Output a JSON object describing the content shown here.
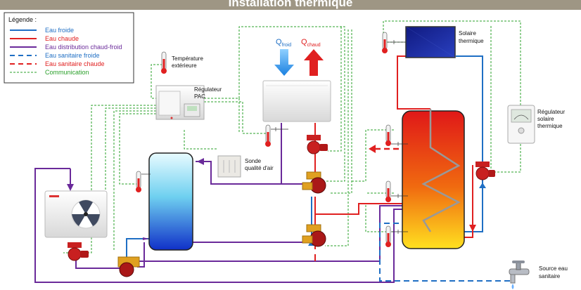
{
  "title": "Installation thermique",
  "legend": {
    "heading": "Légende :",
    "items": [
      {
        "label": "Eau froide",
        "color": "#1f6fc4",
        "style": "solid"
      },
      {
        "label": "Eau chaude",
        "color": "#e02020",
        "style": "solid"
      },
      {
        "label": "Eau distribution chaud-froid",
        "color": "#6a2a9a",
        "style": "solid"
      },
      {
        "label": "Eau sanitaire froide",
        "color": "#1f6fc4",
        "style": "dashed"
      },
      {
        "label": "Eau sanitaire chaude",
        "color": "#e02020",
        "style": "dashed"
      },
      {
        "label": "Communication",
        "color": "#2aa02a",
        "style": "dotted"
      }
    ]
  },
  "labels": {
    "temp_ext_line1": "Température",
    "temp_ext_line2": "extérieure",
    "regulateur_pac_line1": "Régulateur",
    "regulateur_pac_line2": "PAC",
    "q_froid_main": "Q",
    "q_froid_sub": "froid",
    "q_chaud_main": "Q",
    "q_chaud_sub": "chaud",
    "sonde_line1": "Sonde",
    "sonde_line2": "qualité d'air",
    "solaire_line1": "Solaire",
    "solaire_line2": "thermique",
    "reg_solaire_line1": "Régulateur",
    "reg_solaire_line2": "solaire",
    "reg_solaire_line3": "thermique",
    "source_line1": "Source eau",
    "source_line2": "sanitaire"
  },
  "colors": {
    "cold": "#1f6fc4",
    "hot": "#e02020",
    "distribution": "#6a2a9a",
    "communication": "#2aa02a",
    "title_bar": "#9e9684"
  }
}
